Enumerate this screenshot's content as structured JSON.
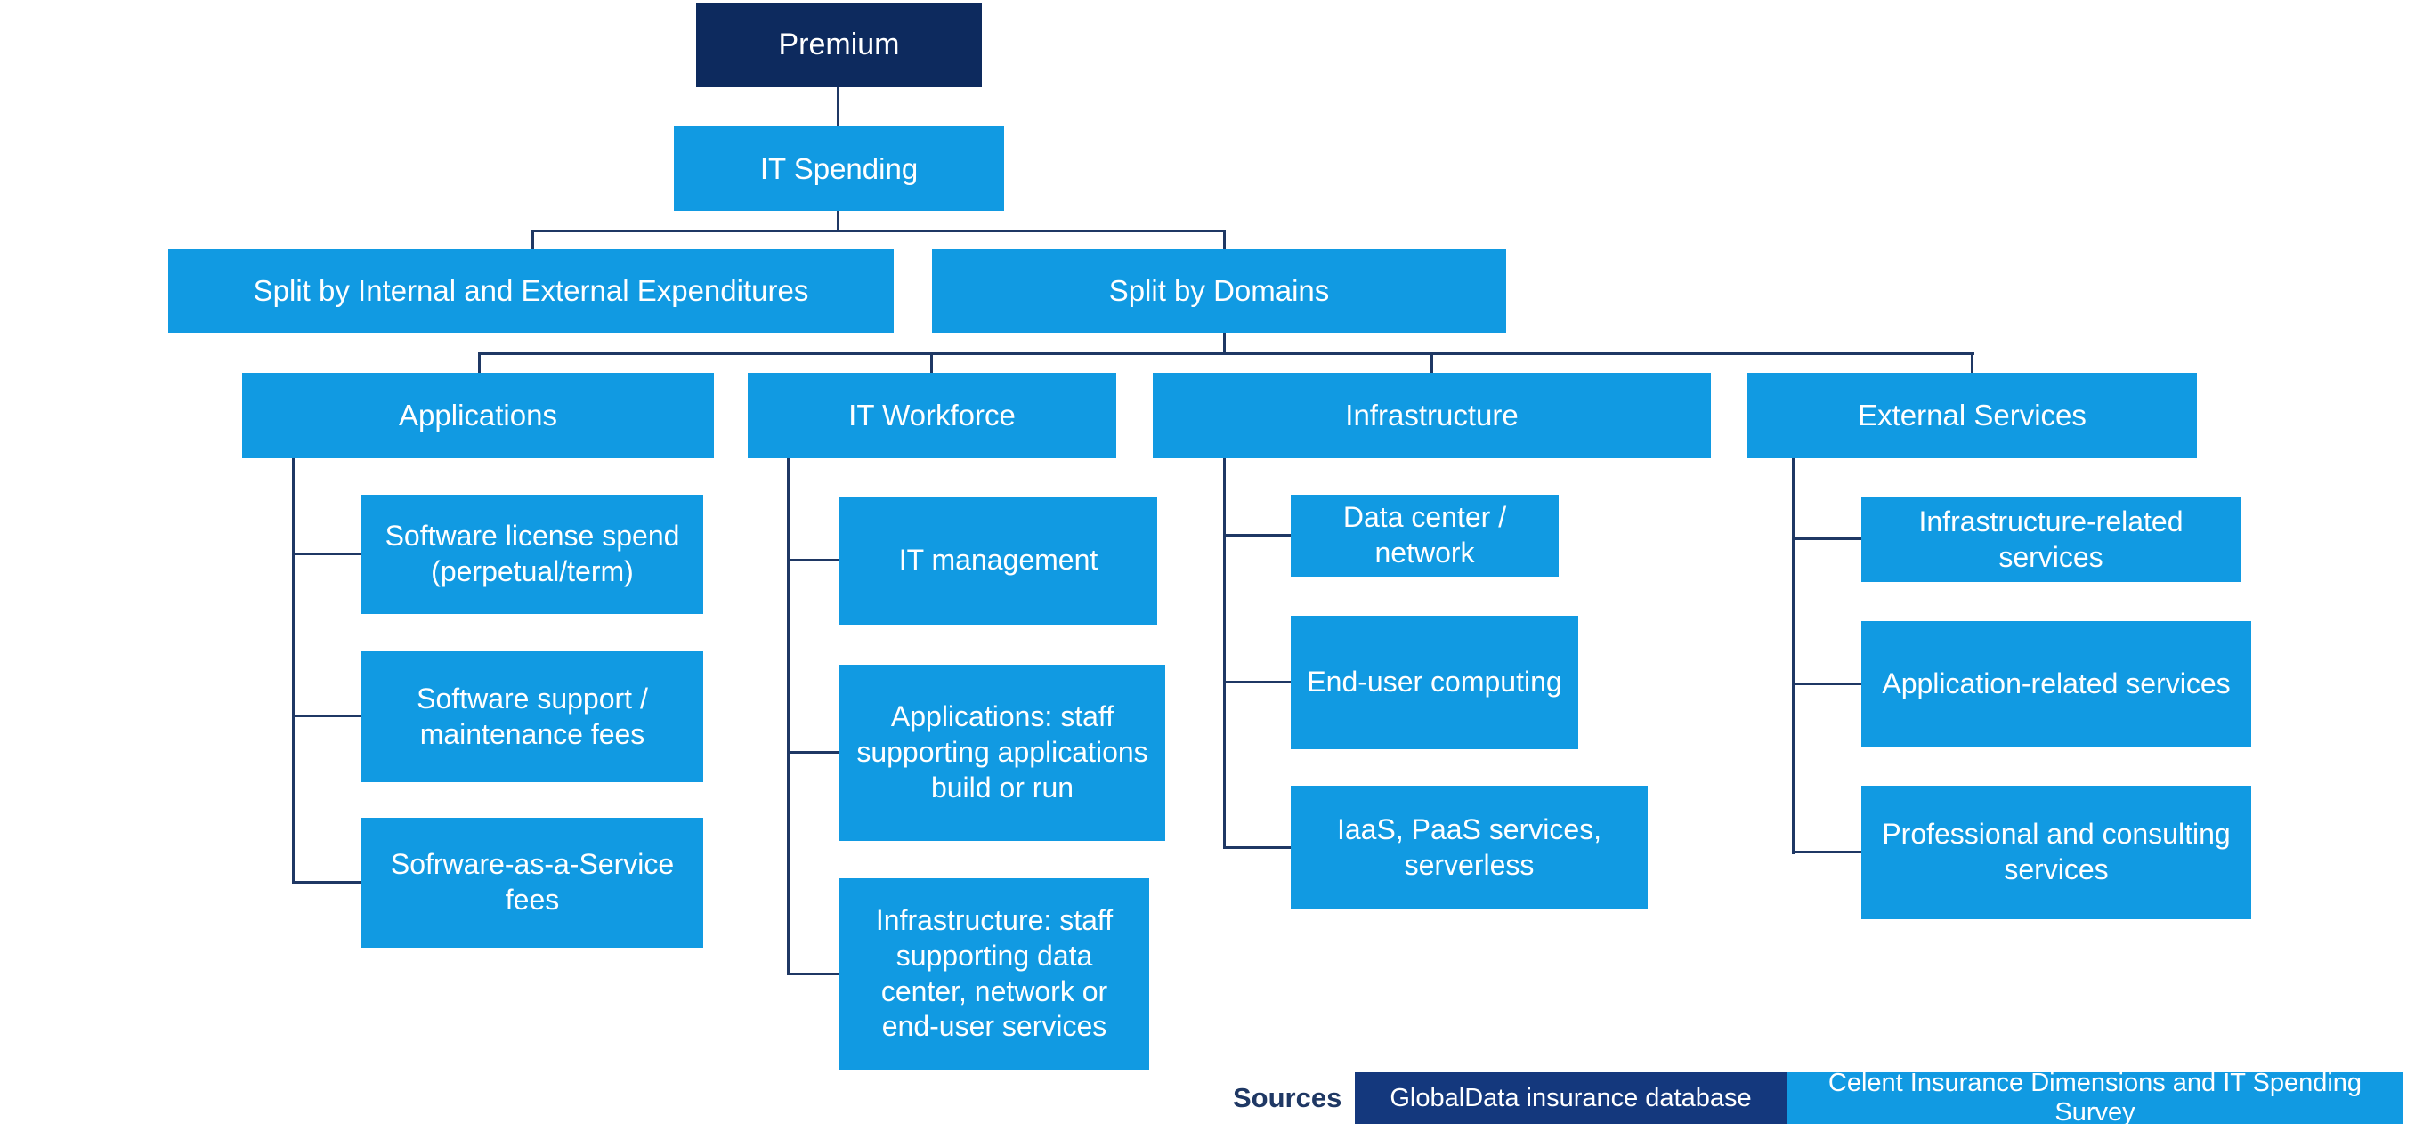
{
  "diagram": {
    "root": {
      "label": "Premium"
    },
    "spending": {
      "label": "IT Spending"
    },
    "splits": [
      {
        "label": "Split by Internal and External Expenditures"
      },
      {
        "label": "Split by Domains"
      }
    ],
    "domains": [
      {
        "label": "Applications",
        "children": [
          {
            "label": "Software license spend\n(perpetual/term)"
          },
          {
            "label": "Software support /\nmaintenance fees"
          },
          {
            "label": "Sofrware-as-a-Service\nfees"
          }
        ]
      },
      {
        "label": "IT Workforce",
        "children": [
          {
            "label": "IT management"
          },
          {
            "label": "Applications: staff\nsupporting applications\nbuild or  run"
          },
          {
            "label": "Infrastructure: staff\nsupporting data\ncenter, network or\nend-user services"
          }
        ]
      },
      {
        "label": "Infrastructure",
        "children": [
          {
            "label": "Data center /\nnetwork"
          },
          {
            "label": "End-user computing"
          },
          {
            "label": "IaaS, PaaS services,\nserverless"
          }
        ]
      },
      {
        "label": "External Services",
        "children": [
          {
            "label": "Infrastructure-related\nservices"
          },
          {
            "label": "Application-related services"
          },
          {
            "label": "Professional and consulting\nservices"
          }
        ]
      }
    ]
  },
  "sources": {
    "label": "Sources",
    "items": [
      {
        "label": "GlobalData insurance database"
      },
      {
        "label": "Celent Insurance Dimensions and IT Spending Survey"
      }
    ]
  },
  "colors": {
    "dark_navy": "#0D2A5E",
    "accent_blue": "#119AE2",
    "source_navy": "#14387D",
    "connector": "#1F3864",
    "text_on_fill": "#FFFFFF"
  }
}
